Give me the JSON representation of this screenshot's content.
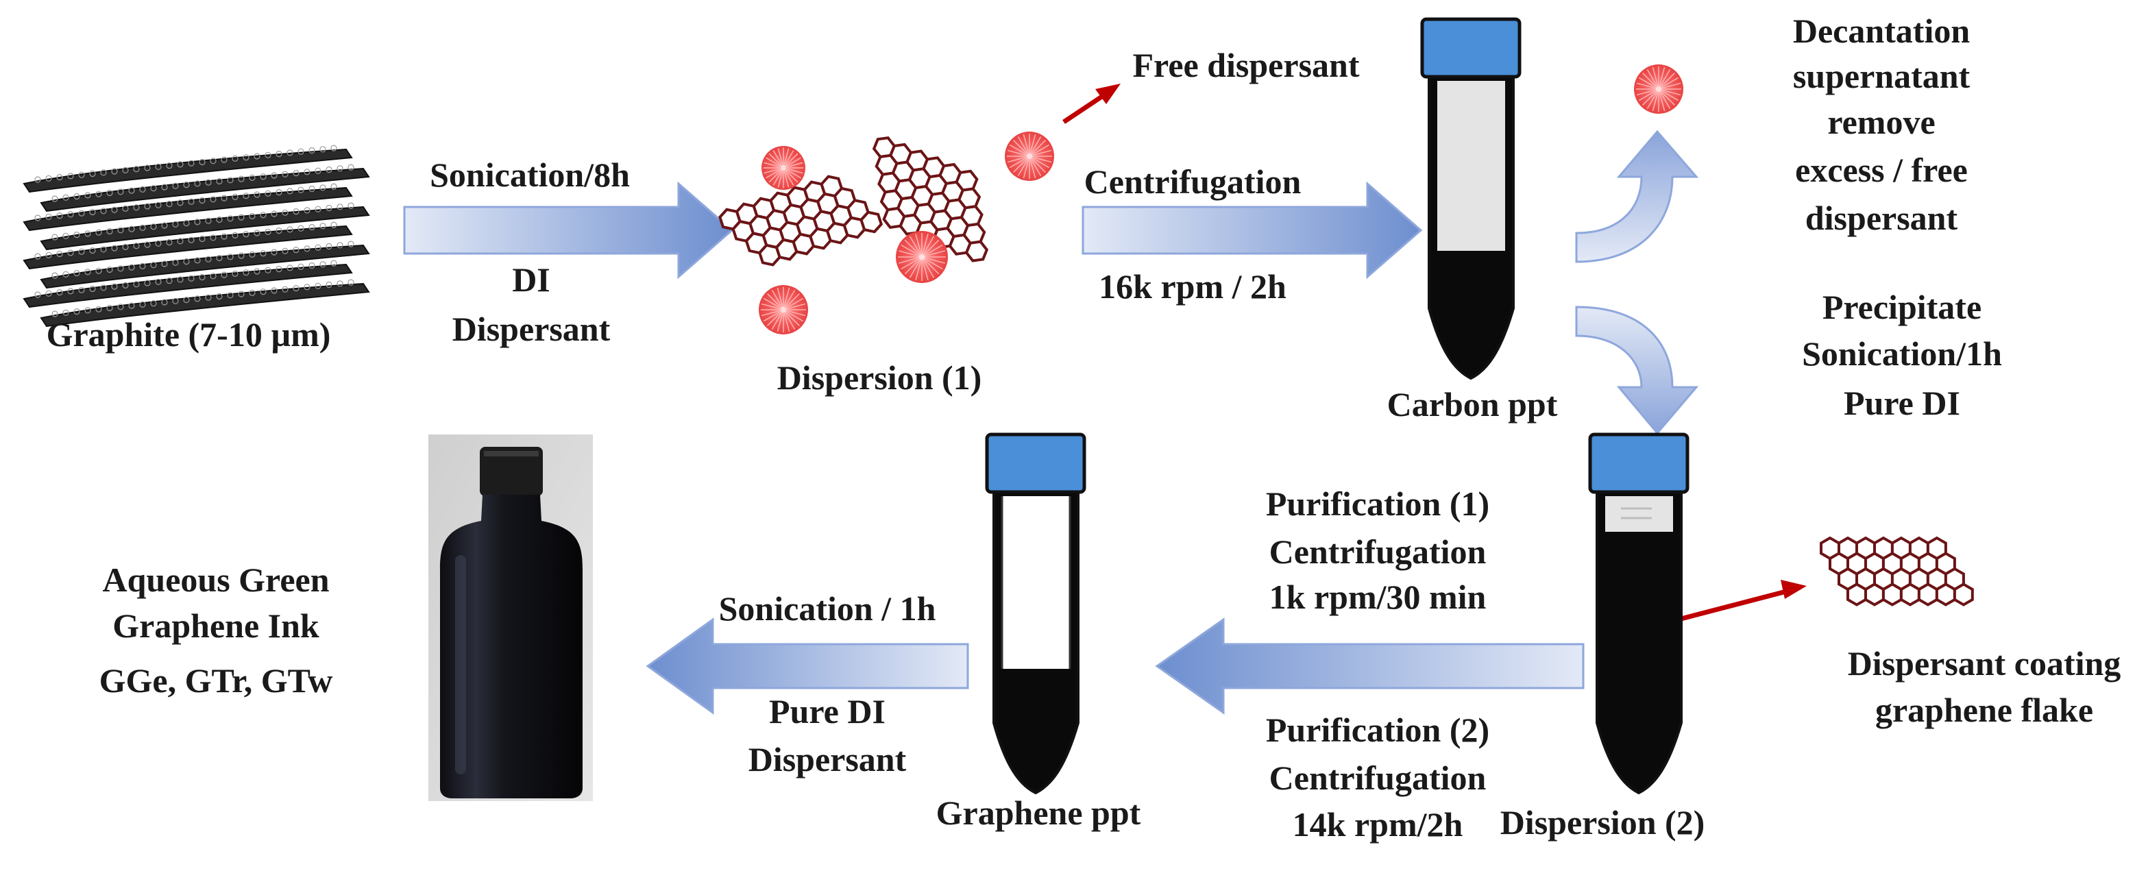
{
  "labels": {
    "graphite": "Graphite (7-10 µm)",
    "sonication_8h": "Sonication/8h",
    "di": "DI",
    "dispersant_1": "Dispersant",
    "dispersion_1": "Dispersion (1)",
    "free_dispersant": "Free dispersant",
    "centrifugation_1": "Centrifugation",
    "speed_16k": "16k rpm / 2h",
    "carbon_ppt": "Carbon ppt",
    "decantation": [
      "Decantation",
      "supernatant",
      "remove",
      "excess / free",
      "dispersant"
    ],
    "precipitate": [
      "Precipitate",
      "Sonication/1h",
      "Pure DI"
    ],
    "purification_1": [
      "Purification (1)",
      "Centrifugation",
      "1k rpm/30 min"
    ],
    "purification_2": [
      "Purification (2)",
      "Centrifugation",
      "14k rpm/2h"
    ],
    "dispersion_2": "Dispersion (2)",
    "coating": [
      "Dispersant coating",
      "graphene flake"
    ],
    "graphene_ppt": "Graphene ppt",
    "sonication_1h": "Sonication / 1h",
    "pure_di": "Pure DI",
    "dispersant_2": "Dispersant",
    "ink": [
      "Aqueous Green",
      "Graphene Ink",
      "GGe, GTr, GTw"
    ]
  },
  "colors": {
    "arrow_light": "#dfe6f5",
    "arrow_dark": "#6f8fd0",
    "arrow_edge": "#8ea7dc",
    "cap_blue": "#4a8fd8",
    "dispersant_red": "#f26060",
    "flake_line": "#6b1416",
    "pointer_red": "#c00000",
    "tube_liquid": "#0a0a0a",
    "tube_light": "#e4e4e4"
  }
}
